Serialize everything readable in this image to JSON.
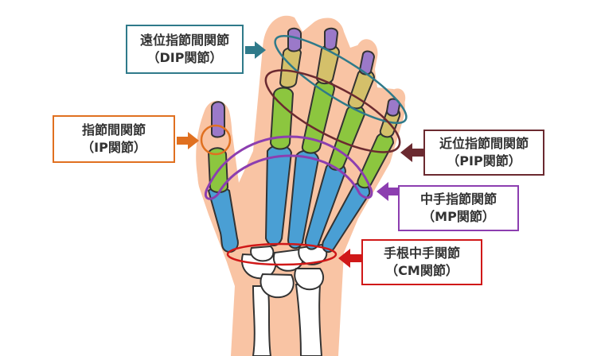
{
  "colors": {
    "skin": "#f9c4a4",
    "proximal_bone": "#8cc63f",
    "metacarpal": "#4a9fd4",
    "middle_bone": "#d4c06a",
    "distal_bone": "#9b79c9",
    "carpal": "#ffffff",
    "bone_outline": "#333333",
    "dip": "#2f7a8a",
    "ip": "#e07020",
    "pip": "#6b2a30",
    "mp": "#8c3eb0",
    "cm": "#d01818"
  },
  "labels": {
    "dip": {
      "line1": "遠位指節間関節",
      "line2": "（DIP関節）"
    },
    "ip": {
      "line1": "指節間関節",
      "line2": "（IP関節）"
    },
    "pip": {
      "line1": "近位指節間関節",
      "line2": "（PIP関節）"
    },
    "mp": {
      "line1": "中手指節関節",
      "line2": "（MP関節）"
    },
    "cm": {
      "line1": "手根中手関節",
      "line2": "（CM関節）"
    }
  }
}
